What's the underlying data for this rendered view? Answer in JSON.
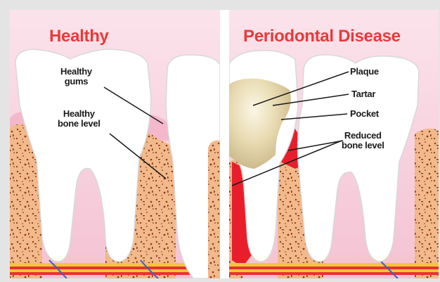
{
  "panels": [
    {
      "title": "Healthy",
      "labels": [
        "Healthy\ngums",
        "Healthy\nbone level"
      ]
    },
    {
      "title": "Periodontal Disease",
      "labels": [
        "Plaque",
        "Tartar",
        "Pocket",
        "Reduced\nbone level"
      ]
    }
  ],
  "colors": {
    "title": "#e83a3a",
    "gum_pink": "#f7d3df",
    "bone": "#f2b98a",
    "inflamed_gum": "#e81e2c",
    "tooth": "#ffffff",
    "tartar": "#e9dcb4",
    "background": "#e4e4e4"
  }
}
